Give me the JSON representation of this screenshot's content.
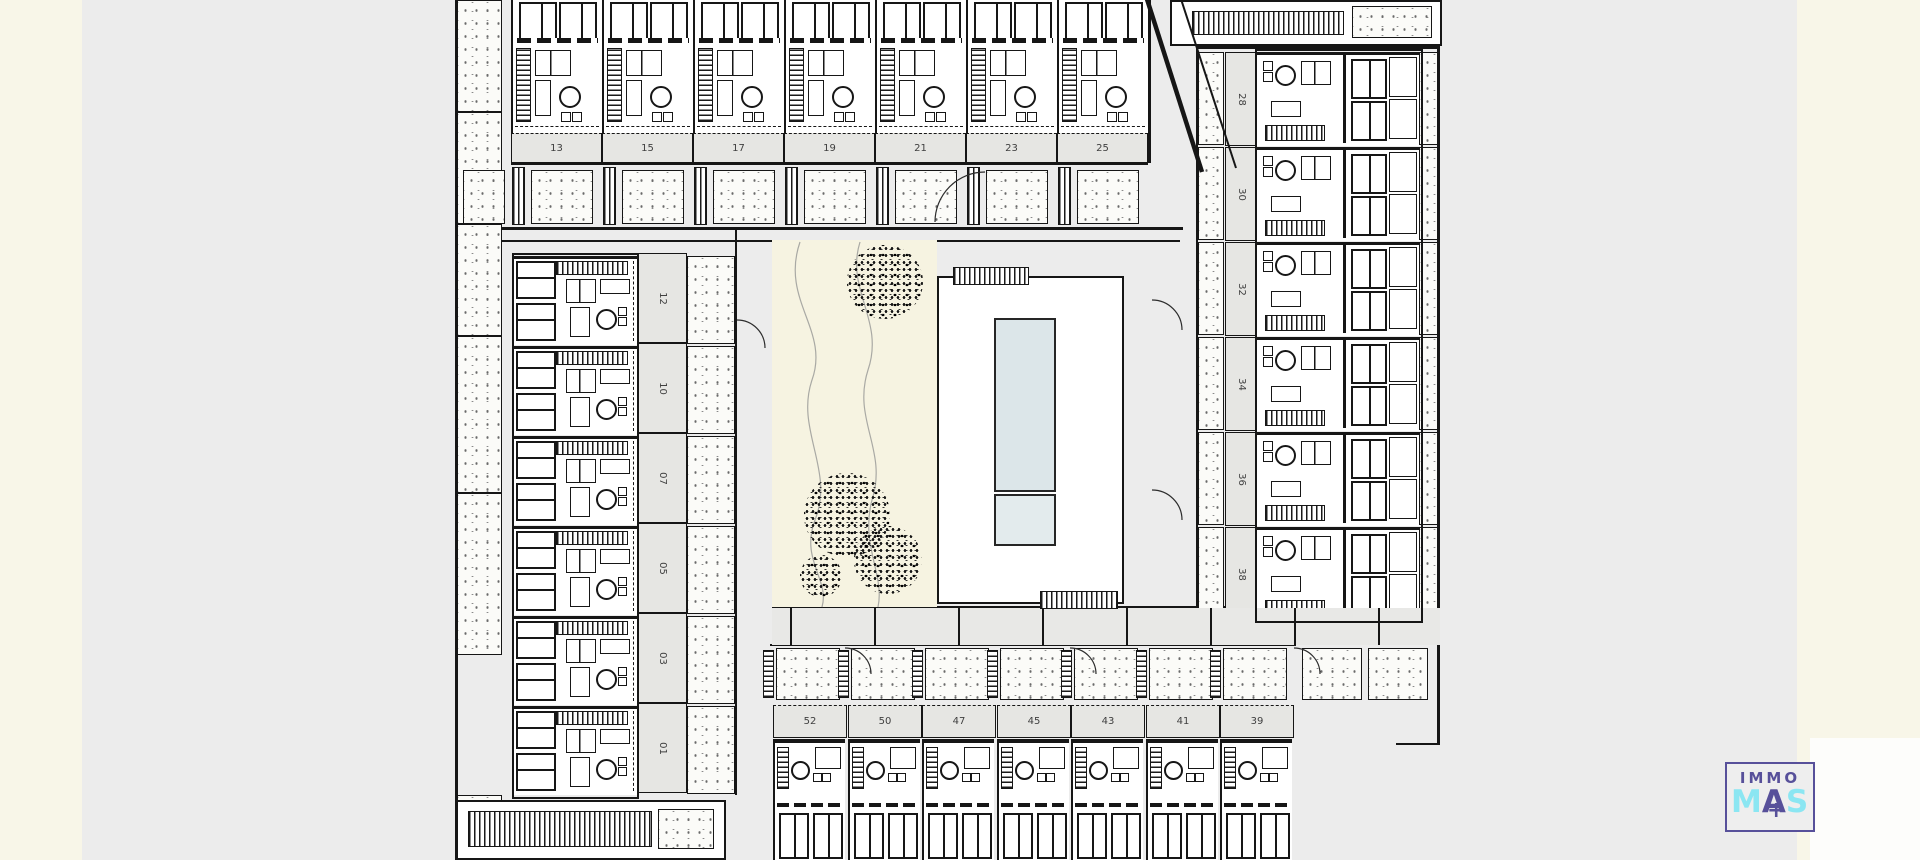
{
  "colors": {
    "canvas_gray": "#ececec",
    "cream_band": "#f8f6e8",
    "corner_white": "#fdfdfb",
    "drawing_line": "#161616",
    "number_band": "#e6e6e3",
    "garden_cream": "#f6f3e1",
    "pool_fill": "#dce6e9",
    "logo_purple": "#57509a",
    "logo_cyan": "#8be6f2"
  },
  "plan": {
    "top_row_units": [
      {
        "id": "13"
      },
      {
        "id": "15"
      },
      {
        "id": "17"
      },
      {
        "id": "19"
      },
      {
        "id": "21"
      },
      {
        "id": "23"
      },
      {
        "id": "25"
      }
    ],
    "left_col_units": [
      {
        "id": "12"
      },
      {
        "id": "10"
      },
      {
        "id": "07"
      },
      {
        "id": "05"
      },
      {
        "id": "03"
      },
      {
        "id": "01"
      }
    ],
    "right_col_units": [
      {
        "id": "28"
      },
      {
        "id": "30"
      },
      {
        "id": "32"
      },
      {
        "id": "34"
      },
      {
        "id": "36"
      },
      {
        "id": "38"
      }
    ],
    "bottom_row_units": [
      {
        "id": "52"
      },
      {
        "id": "50"
      },
      {
        "id": "47"
      },
      {
        "id": "45"
      },
      {
        "id": "43"
      },
      {
        "id": "41"
      },
      {
        "id": "39"
      }
    ]
  },
  "logo": {
    "line1": "IMMO",
    "m": "M",
    "a": "A",
    "s": "S",
    "plus": "+"
  }
}
